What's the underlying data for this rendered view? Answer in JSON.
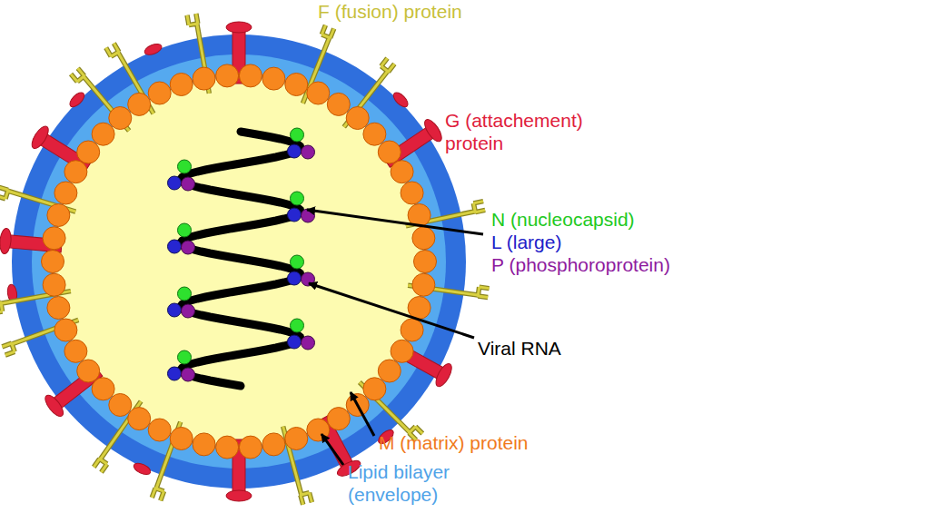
{
  "diagram": {
    "labels": [
      "F (fusion) protein",
      "G (attachement) protein",
      "N (nucleocapsid)",
      "L (large)",
      "P (phosphoroprotein)",
      "Viral RNA",
      "M (matrix) protein",
      "Lipid bilayer (envelope)"
    ]
  }
}
